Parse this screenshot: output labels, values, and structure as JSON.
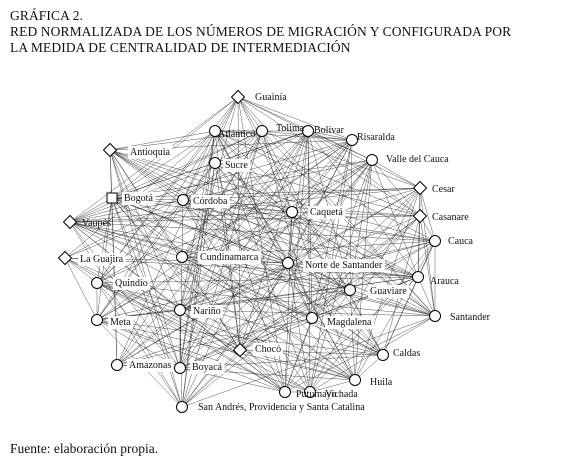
{
  "figure": {
    "number": "GRÁFICA 2.",
    "title_line1": "RED NORMALIZADA DE LOS NÚMEROS DE MIGRACIÓN Y CONFIGURADA POR",
    "title_line2": "LA MEDIDA DE CENTRALIDAD DE INTERMEDIACIÓN",
    "source": "Fuente: elaboración propia."
  },
  "network": {
    "edge_color": "#222222",
    "node_fill": "#ffffff",
    "node_stroke": "#000000",
    "nodes": [
      {
        "id": "guainia",
        "label": "Guainía",
        "shape": "diamond"
      },
      {
        "id": "atlantico",
        "label": "Atlántico",
        "shape": "circle"
      },
      {
        "id": "tolima",
        "label": "Tolima",
        "shape": "circle"
      },
      {
        "id": "bolivar",
        "label": "Bolívar",
        "shape": "circle"
      },
      {
        "id": "risaralda",
        "label": "Risaralda",
        "shape": "circle"
      },
      {
        "id": "antioquia",
        "label": "Antioquia",
        "shape": "diamond"
      },
      {
        "id": "sucre",
        "label": "Sucre",
        "shape": "circle"
      },
      {
        "id": "valle",
        "label": "Valle del Cauca",
        "shape": "circle"
      },
      {
        "id": "cesar",
        "label": "Cesar",
        "shape": "diamond"
      },
      {
        "id": "bogota",
        "label": "Bogotá",
        "shape": "square"
      },
      {
        "id": "cordoba",
        "label": "Córdoba",
        "shape": "circle"
      },
      {
        "id": "caqueta",
        "label": "Caquetá",
        "shape": "circle"
      },
      {
        "id": "casanare",
        "label": "Casanare",
        "shape": "diamond"
      },
      {
        "id": "vaupes",
        "label": "Vaupés",
        "shape": "diamond"
      },
      {
        "id": "cauca",
        "label": "Cauca",
        "shape": "circle"
      },
      {
        "id": "laguajira",
        "label": "La Guajira",
        "shape": "diamond"
      },
      {
        "id": "cundinamarca",
        "label": "Cundinamarca",
        "shape": "circle"
      },
      {
        "id": "nortesantander",
        "label": "Norte de Santander",
        "shape": "circle"
      },
      {
        "id": "arauca",
        "label": "Arauca",
        "shape": "circle"
      },
      {
        "id": "quindio",
        "label": "Quindío",
        "shape": "circle"
      },
      {
        "id": "guaviare",
        "label": "Guaviare",
        "shape": "circle"
      },
      {
        "id": "meta",
        "label": "Meta",
        "shape": "circle"
      },
      {
        "id": "narino",
        "label": "Nariño",
        "shape": "circle"
      },
      {
        "id": "santander",
        "label": "Santander",
        "shape": "circle"
      },
      {
        "id": "magdalena",
        "label": "Magdalena",
        "shape": "circle"
      },
      {
        "id": "choco",
        "label": "Chocó",
        "shape": "diamond"
      },
      {
        "id": "caldas",
        "label": "Caldas",
        "shape": "circle"
      },
      {
        "id": "amazonas",
        "label": "Amazonas",
        "shape": "circle"
      },
      {
        "id": "boyaca",
        "label": "Boyacá",
        "shape": "circle"
      },
      {
        "id": "huila",
        "label": "Huila",
        "shape": "circle"
      },
      {
        "id": "putumayo",
        "label": "Putumayo",
        "shape": "circle"
      },
      {
        "id": "vichada",
        "label": "Vichada",
        "shape": "circle"
      },
      {
        "id": "sanandres",
        "label": "San Andrés, Providencia y Santa Catalina",
        "shape": "circle"
      }
    ]
  }
}
